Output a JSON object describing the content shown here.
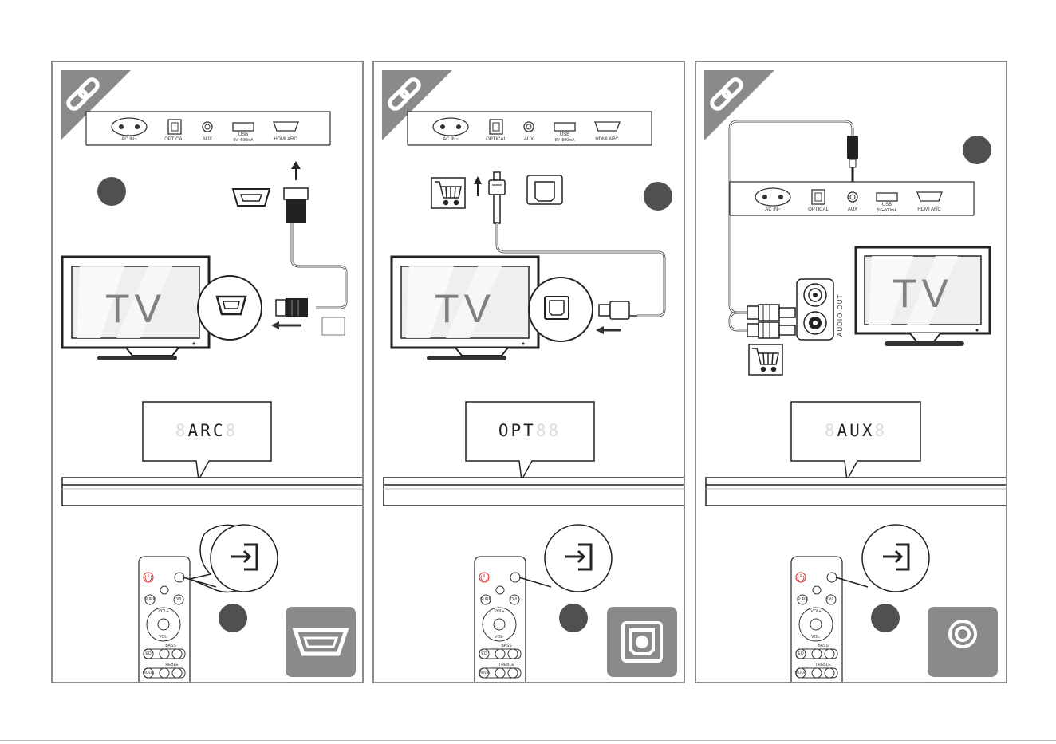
{
  "rear_panel_ports": [
    "AC IN~",
    "OPTICAL",
    "AUX",
    "USB",
    "5V━500mA",
    "HDMI ARC"
  ],
  "panels": [
    {
      "id": "hdmi-arc",
      "tv_label": "TV",
      "display_text": "ARC",
      "display_dim_left": "8",
      "display_dim_right": "8",
      "source_icon": "hdmi-port-icon"
    },
    {
      "id": "optical",
      "tv_label": "TV",
      "display_text": "OPT",
      "display_dim_left": "",
      "display_dim_right": "88",
      "source_icon": "optical-port-icon"
    },
    {
      "id": "aux",
      "tv_label": "TV",
      "display_text": "AUX",
      "display_dim_left": "8",
      "display_dim_right": "8",
      "source_icon": "aux-port-icon"
    }
  ],
  "aux_jack_label": "AUDIO OUT",
  "remote_labels": {
    "surr": "SURR",
    "dvl": "DVL",
    "vol_up": "VOL+",
    "vol_down": "VOL-",
    "bass": "BASS",
    "eq": "EQ",
    "treble": "TREBLE",
    "mode": "MODE"
  },
  "colors": {
    "step_circle": "#505050",
    "source_tile": "#8a8a8a",
    "power": "#d9262c",
    "frame": "#8c8c8c"
  }
}
